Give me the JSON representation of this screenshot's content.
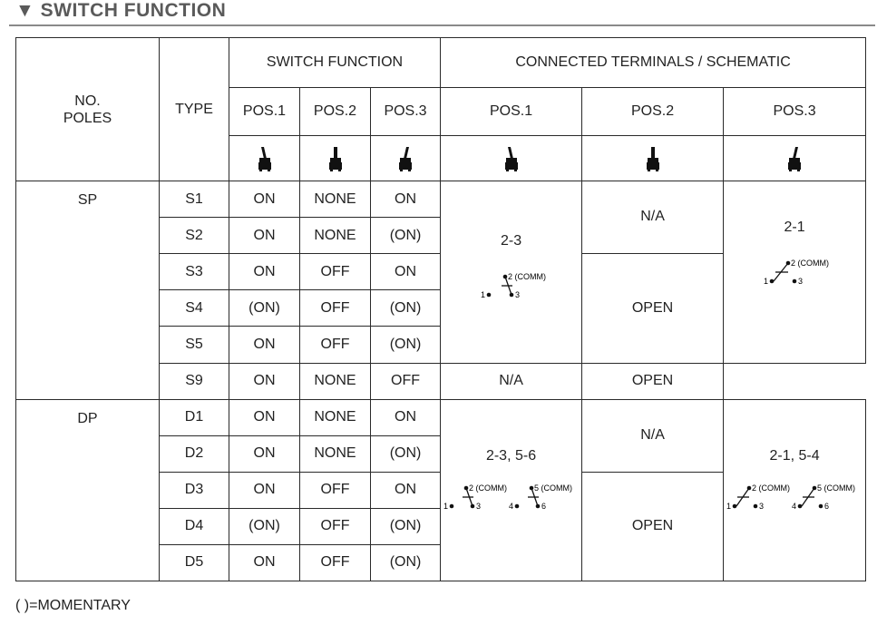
{
  "section": {
    "marker": "▼",
    "title": "SWITCH FUNCTION"
  },
  "headers": {
    "no_poles_line1": "NO.",
    "no_poles_line2": "POLES",
    "type": "TYPE",
    "switch_function": "SWITCH FUNCTION",
    "connected": "CONNECTED TERMINALS / SCHEMATIC",
    "pos1": "POS.1",
    "pos2": "POS.2",
    "pos3": "POS.3"
  },
  "sp": {
    "label": "SP",
    "rows": [
      {
        "type": "S1",
        "p1": "ON",
        "p2": "NONE",
        "p3": "ON"
      },
      {
        "type": "S2",
        "p1": "ON",
        "p2": "NONE",
        "p3": "(ON)"
      },
      {
        "type": "S3",
        "p1": "ON",
        "p2": "OFF",
        "p3": "ON"
      },
      {
        "type": "S4",
        "p1": "(ON)",
        "p2": "OFF",
        "p3": "(ON)"
      },
      {
        "type": "S5",
        "p1": "ON",
        "p2": "OFF",
        "p3": "(ON)"
      },
      {
        "type": "S9",
        "p1": "ON",
        "p2": "NONE",
        "p3": "OFF"
      }
    ],
    "conn_pos1": "2-3",
    "conn_pos2_na": "N/A",
    "conn_pos2_open": "OPEN",
    "conn_pos2_na_s9": "N/A",
    "conn_pos3": "2-1",
    "conn_pos3_s9": "OPEN"
  },
  "dp": {
    "label": "DP",
    "rows": [
      {
        "type": "D1",
        "p1": "ON",
        "p2": "NONE",
        "p3": "ON"
      },
      {
        "type": "D2",
        "p1": "ON",
        "p2": "NONE",
        "p3": "(ON)"
      },
      {
        "type": "D3",
        "p1": "ON",
        "p2": "OFF",
        "p3": "ON"
      },
      {
        "type": "D4",
        "p1": "(ON)",
        "p2": "OFF",
        "p3": "(ON)"
      },
      {
        "type": "D5",
        "p1": "ON",
        "p2": "OFF",
        "p3": "(ON)"
      }
    ],
    "conn_pos1": "2-3, 5-6",
    "conn_pos2_na": "N/A",
    "conn_pos2_open": "OPEN",
    "conn_pos3": "2-1, 5-4"
  },
  "schematic_labels": {
    "t1": "1",
    "t2": "2 (COMM)",
    "t3": "3",
    "t4": "4",
    "t5": "5 (COMM)",
    "t6": "6"
  },
  "footnote": "( )=MOMENTARY",
  "icons": {
    "toggle": "toggle-switch-icon"
  }
}
